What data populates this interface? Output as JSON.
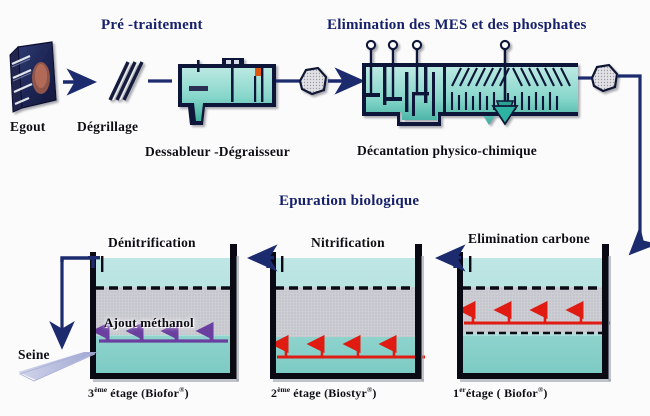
{
  "diagram": {
    "title_hidden": "Schéma de station d'épuration des eaux usées",
    "background_color": "#fbfbfb",
    "colors": {
      "heading_blue": "#16206b",
      "pipe_navy": "#1c2a6e",
      "water_cyan": "#a8e0dd",
      "water_deep": "#5fc5bb",
      "media_gray": "#c9c9cf",
      "methanol_purple": "#6b3fa0",
      "air_red": "#e01b12",
      "seine_lavender": "#b8bde0",
      "tank_outline": "#0a0a14"
    }
  },
  "sections": {
    "pretreatment_heading": "Pré -traitement",
    "mes_heading": "Elimination  des MES et des phosphates",
    "biological_heading": "Epuration  biologique"
  },
  "pretreatment": {
    "sewer_label": "Egout",
    "screening_label": "Dégrillage",
    "grit_label": "Dessableur -Dégraisseur"
  },
  "decantation": {
    "label": "Décantation  physico-chimique",
    "mixer_count": 3,
    "clarifier_mixer_count": 1
  },
  "tanks": [
    {
      "id": "stage3",
      "process_label": "Dénitrification",
      "stage_number": "3",
      "stage_sup": "ème",
      "stage_word": "étage",
      "product": "Biofor",
      "trademark": "®",
      "stage_label_full": "3ème étage (Biofor®)",
      "dosing_label": "Ajout méthanol",
      "feed_line_color": "#6b3fa0",
      "feed_arrow_count": 4,
      "has_methanol": true,
      "has_air": false
    },
    {
      "id": "stage2",
      "process_label": "Nitrification",
      "stage_number": "2",
      "stage_sup": "ème",
      "stage_word": "étage",
      "product": "Biostyr",
      "trademark": "®",
      "stage_label_full": "2ème étage (Biostyr®)",
      "dosing_label": "",
      "feed_line_color": "#e01b12",
      "feed_arrow_count": 4,
      "has_methanol": false,
      "has_air": true
    },
    {
      "id": "stage1",
      "process_label": "Elimination  carbone",
      "stage_number": "1",
      "stage_sup": "er",
      "stage_word": "étage",
      "product": "Biofor",
      "trademark": "®",
      "stage_label_full": "1er étage ( Biofor®)",
      "dosing_label": "",
      "feed_line_color": "#e01b12",
      "feed_arrow_count": 4,
      "has_methanol": false,
      "has_air": true
    }
  ],
  "outfall": {
    "label": "Seine"
  },
  "flow": {
    "direction": "Egout → Dégrillage → Dessableur-Dégraisseur → Décantation physico-chimique → 1er étage → 2ème étage → 3ème étage → Seine",
    "pump_count": 2
  }
}
